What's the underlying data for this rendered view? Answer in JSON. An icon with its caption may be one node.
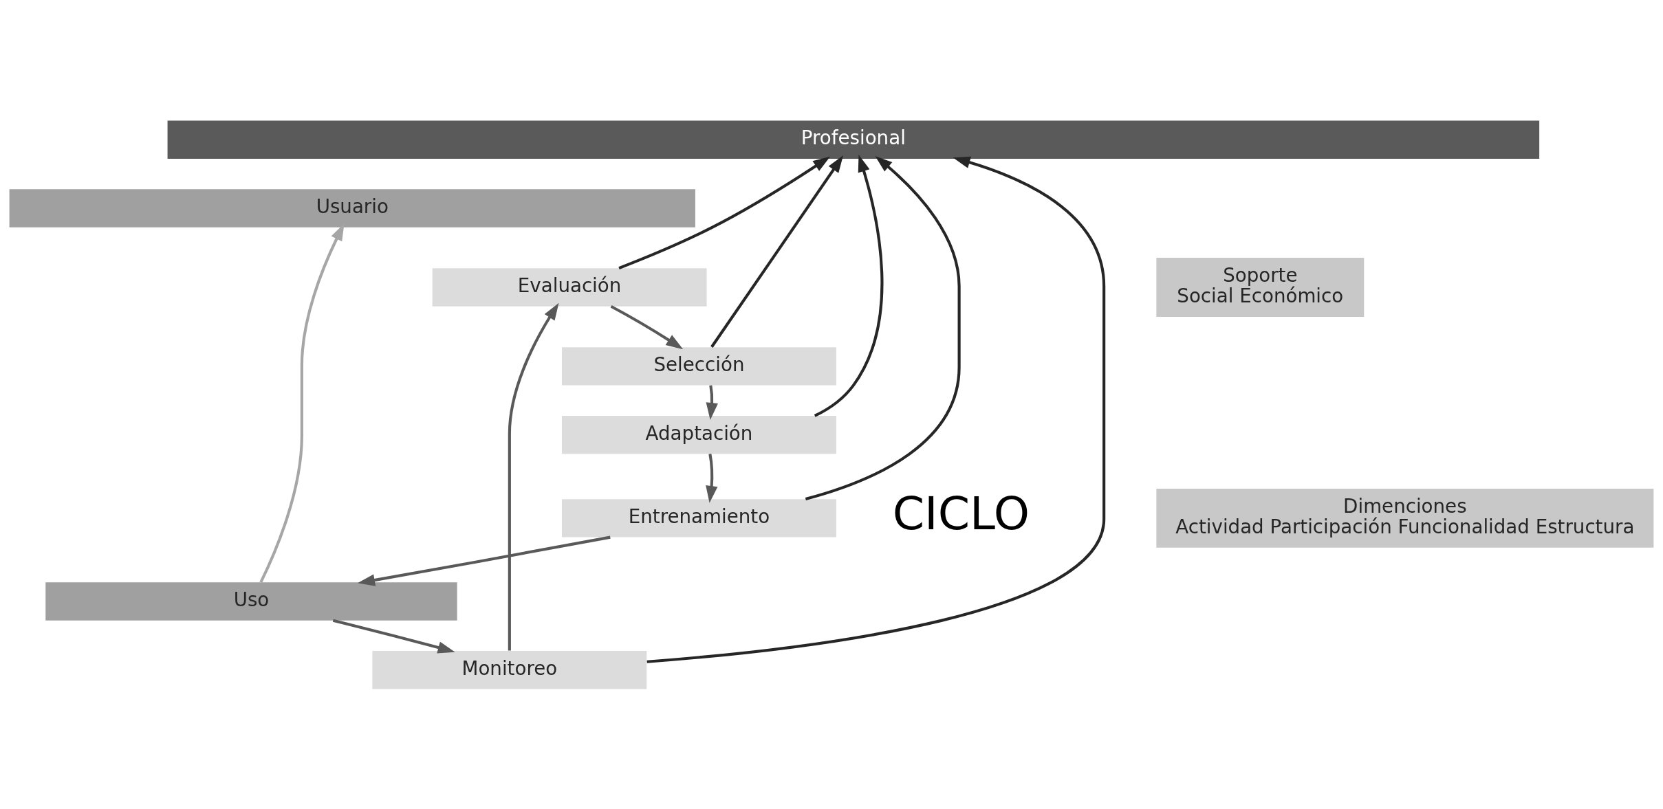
{
  "diagram": {
    "nodes": [
      {
        "text": [
          "Profesional"
        ]
      },
      {
        "text": [
          "Usuario"
        ]
      },
      {
        "text": [
          "Evaluación"
        ]
      },
      {
        "text": [
          "Selección"
        ]
      },
      {
        "text": [
          "Adaptación"
        ]
      },
      {
        "text": [
          "Entrenamiento"
        ]
      },
      {
        "text": [
          "Uso"
        ]
      },
      {
        "text": [
          "Monitoreo"
        ]
      },
      {
        "text": [
          "Soporte",
          "Social Económico"
        ]
      },
      {
        "text": [
          "Dimenciones",
          "Actividad Participación Funcionalidad Estructura"
        ]
      }
    ],
    "edges": [
      {
        "from": 2,
        "to": 0,
        "arrow": "to",
        "color": "#262626"
      },
      {
        "from": 3,
        "to": 0,
        "arrow": "to",
        "color": "#262626"
      },
      {
        "from": 4,
        "to": 0,
        "arrow": "to",
        "color": "#262626"
      },
      {
        "from": 5,
        "to": 0,
        "arrow": "to",
        "color": "#262626"
      },
      {
        "from": 7,
        "to": 0,
        "arrow": "to",
        "color": "#262626"
      },
      {
        "from": 6,
        "to": 1,
        "arrow": "to",
        "color": "#a6a6a6"
      },
      {
        "from": 7,
        "to": 2,
        "arrow": "to"
      },
      {
        "from": 2,
        "to": 3,
        "arrow": "to"
      },
      {
        "from": 3,
        "to": 4,
        "arrow": "to"
      },
      {
        "from": 4,
        "to": 5,
        "arrow": "to"
      },
      {
        "from": 5,
        "to": 6,
        "arrow": "to"
      },
      {
        "from": 6,
        "to": 7,
        "arrow": "to"
      }
    ],
    "labels": [
      "CICLO"
    ]
  }
}
